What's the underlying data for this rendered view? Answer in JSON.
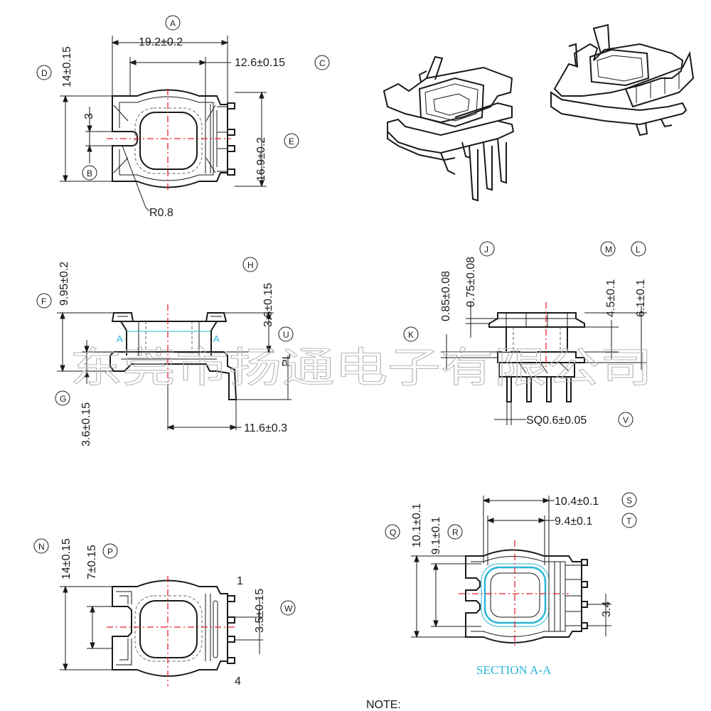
{
  "watermark": "东莞市扬通电子有限公司",
  "section_label": "SECTION A-A",
  "note_label": "NOTE:",
  "view_top": {
    "dim_A": "19.2±0.2",
    "dim_C": "12.6±0.15",
    "dim_D": "14±0.15",
    "dim_B": "3",
    "dim_E": "16.9±0.2",
    "radius": "R0.8",
    "letters": {
      "A": "A",
      "B": "B",
      "C": "C",
      "D": "D",
      "E": "E"
    }
  },
  "view_front": {
    "dim_F": "9.95±0.2",
    "dim_H": "3.6±0.15",
    "dim_G": "3.6±0.15",
    "dim_U": "PL",
    "dim_bottom": "11.6±0.3",
    "section_mark": "A",
    "letters": {
      "F": "F",
      "G": "G",
      "H": "H",
      "U": "U"
    }
  },
  "view_side": {
    "dim_K": "0.85±0.08",
    "dim_J": "0.75±0.08",
    "dim_M": "4.5±0.1",
    "dim_L": "6.1±0.1",
    "dim_V": "SQ0.6±0.05",
    "letters": {
      "J": "J",
      "K": "K",
      "L": "L",
      "M": "M",
      "V": "V"
    }
  },
  "view_bottom": {
    "dim_N": "14±0.15",
    "dim_P": "7±0.15",
    "dim_W": "3.5±0.15",
    "pin_first": "1",
    "pin_last": "4",
    "letters": {
      "N": "N",
      "P": "P",
      "W": "W"
    }
  },
  "view_section": {
    "dim_S": "10.4±0.1",
    "dim_T": "9.4±0.1",
    "dim_Q": "10.1±0.1",
    "dim_R": "9.1±0.1",
    "dim_pitch": "3.4",
    "letters": {
      "Q": "Q",
      "R": "R",
      "S": "S",
      "T": "T"
    }
  }
}
